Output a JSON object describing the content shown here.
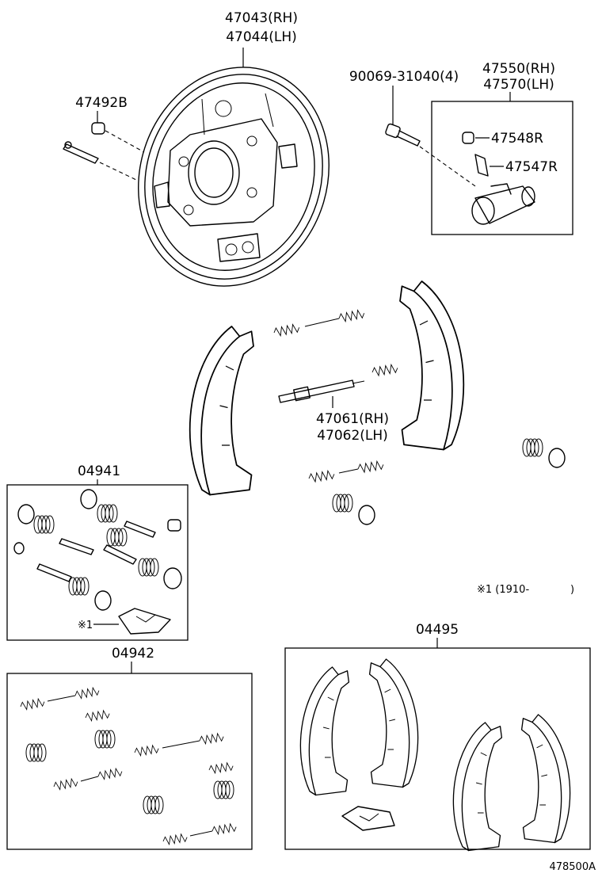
{
  "labels": {
    "backing_plate_rh": "47043(RH)",
    "backing_plate_lh": "47044(LH)",
    "plug": "47492B",
    "bolt": "90069-31040(4)",
    "wheel_cyl_rh": "47550(RH)",
    "wheel_cyl_lh": "47570(LH)",
    "bleeder_cap": "47548R",
    "bleeder_plug": "47547R",
    "adjuster_rh": "47061(RH)",
    "adjuster_lh": "47062(LH)",
    "kit_04941": "04941",
    "kit_04942": "04942",
    "kit_04495": "04495",
    "note_mark": "※1",
    "note_date": "※1 (1910-",
    "note_close": ")",
    "figure_code": "478500A"
  }
}
